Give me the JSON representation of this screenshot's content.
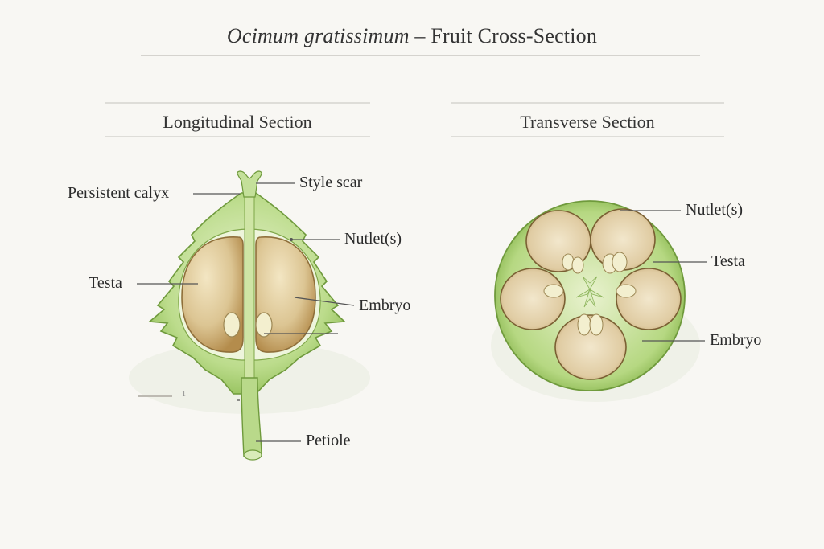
{
  "title": {
    "species": "Ocimum gratissimum",
    "separator": " – ",
    "rest": "Fruit Cross-Section"
  },
  "sections": {
    "longitudinal": "Longitudinal Section",
    "transverse": "Transverse Section"
  },
  "labels": {
    "persistent_calyx": "Persistent calyx",
    "style_scar": "Style scar",
    "nutlets_left": "Nutlet(s)",
    "testa_left": "Testa",
    "embryo_left": "Embryo",
    "petiole": "Petiole",
    "nutlets_right": "Nutlet(s)",
    "testa_right": "Testa",
    "embryo_right": "Embryo"
  },
  "scale_mark": "1",
  "colors": {
    "leaf": "#a9cf72",
    "leaf_dark": "#6f9a3c",
    "seed": "#e3cfa0",
    "seed_dark": "#b8924e",
    "embryo": "#f1eccb",
    "line": "#555555"
  }
}
